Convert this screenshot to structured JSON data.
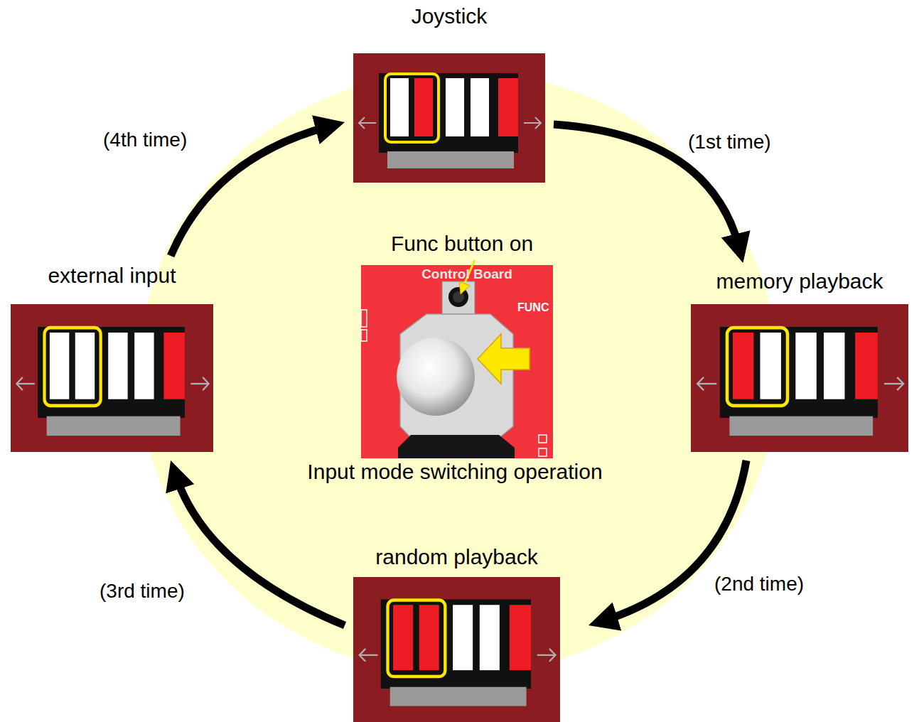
{
  "diagram": {
    "nodes": [
      {
        "text": [
          "Joystick"
        ]
      },
      {
        "text": [
          "memory playback"
        ]
      },
      {
        "text": [
          "random playback"
        ]
      },
      {
        "text": [
          "external input"
        ]
      }
    ],
    "edges": [
      {
        "from": 0,
        "to": 1,
        "arrow": "to",
        "label": "(1st time)"
      },
      {
        "from": 1,
        "to": 2,
        "arrow": "to",
        "label": "(2nd time)"
      },
      {
        "from": 2,
        "to": 3,
        "arrow": "to",
        "label": "(3rd time)"
      },
      {
        "from": 3,
        "to": 0,
        "arrow": "to",
        "label": "(4th time)"
      }
    ],
    "labels": [
      "Func button on",
      "Control Board",
      "FUNC",
      "Input mode switching operation"
    ]
  }
}
